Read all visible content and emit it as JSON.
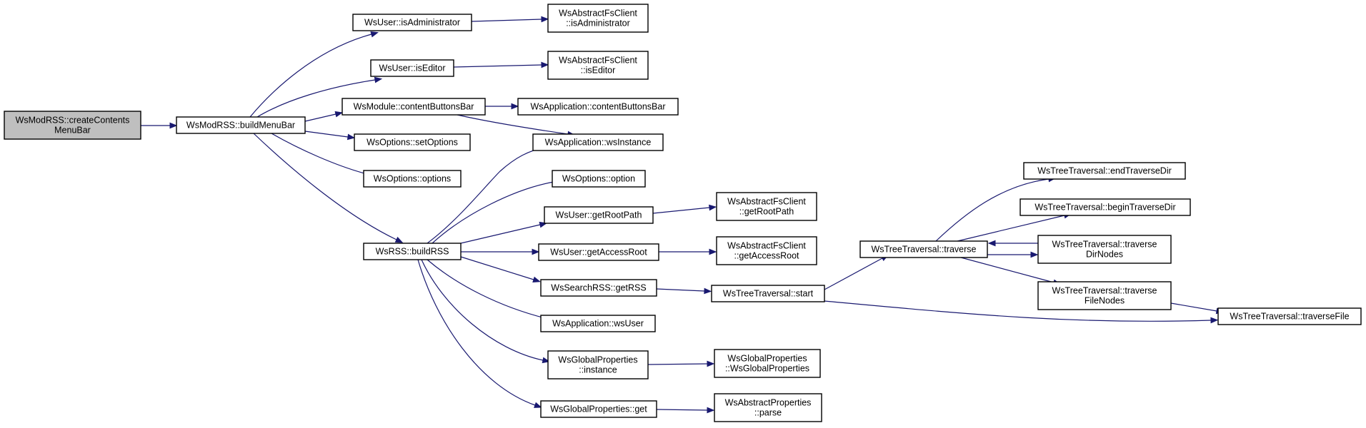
{
  "diagram": {
    "type": "call-graph",
    "colors": {
      "edge": "#191970",
      "root_fill": "#bfbfbf",
      "node_fill": "#ffffff",
      "border": "#000000"
    },
    "nodes": [
      {
        "id": "createContentsMenuBar",
        "lines": [
          "WsModRSS::createContents",
          "MenuBar"
        ],
        "root": true
      },
      {
        "id": "buildMenuBar",
        "lines": [
          "WsModRSS::buildMenuBar"
        ]
      },
      {
        "id": "isAdministrator",
        "lines": [
          "WsUser::isAdministrator"
        ]
      },
      {
        "id": "fsIsAdministrator",
        "lines": [
          "WsAbstractFsClient",
          "::isAdministrator"
        ]
      },
      {
        "id": "isEditor",
        "lines": [
          "WsUser::isEditor"
        ]
      },
      {
        "id": "fsIsEditor",
        "lines": [
          "WsAbstractFsClient",
          "::isEditor"
        ]
      },
      {
        "id": "modContentButtonsBar",
        "lines": [
          "WsModule::contentButtonsBar"
        ]
      },
      {
        "id": "appContentButtonsBar",
        "lines": [
          "WsApplication::contentButtonsBar"
        ]
      },
      {
        "id": "wsInstance",
        "lines": [
          "WsApplication::wsInstance"
        ]
      },
      {
        "id": "setOptions",
        "lines": [
          "WsOptions::setOptions"
        ]
      },
      {
        "id": "options",
        "lines": [
          "WsOptions::options"
        ]
      },
      {
        "id": "buildRSS",
        "lines": [
          "WsRSS::buildRSS"
        ]
      },
      {
        "id": "option",
        "lines": [
          "WsOptions::option"
        ]
      },
      {
        "id": "getRootPath",
        "lines": [
          "WsUser::getRootPath"
        ]
      },
      {
        "id": "fsGetRootPath",
        "lines": [
          "WsAbstractFsClient",
          "::getRootPath"
        ]
      },
      {
        "id": "getAccessRoot",
        "lines": [
          "WsUser::getAccessRoot"
        ]
      },
      {
        "id": "fsGetAccessRoot",
        "lines": [
          "WsAbstractFsClient",
          "::getAccessRoot"
        ]
      },
      {
        "id": "getRSS",
        "lines": [
          "WsSearchRSS::getRSS"
        ]
      },
      {
        "id": "start",
        "lines": [
          "WsTreeTraversal::start"
        ]
      },
      {
        "id": "wsUser",
        "lines": [
          "WsApplication::wsUser"
        ]
      },
      {
        "id": "gpInstance",
        "lines": [
          "WsGlobalProperties",
          "::instance"
        ]
      },
      {
        "id": "gpCtor",
        "lines": [
          "WsGlobalProperties",
          "::WsGlobalProperties"
        ]
      },
      {
        "id": "gpGet",
        "lines": [
          "WsGlobalProperties::get"
        ]
      },
      {
        "id": "parse",
        "lines": [
          "WsAbstractProperties",
          "::parse"
        ]
      },
      {
        "id": "traverse",
        "lines": [
          "WsTreeTraversal::traverse"
        ]
      },
      {
        "id": "endTraverseDir",
        "lines": [
          "WsTreeTraversal::endTraverseDir"
        ]
      },
      {
        "id": "beginTraverseDir",
        "lines": [
          "WsTreeTraversal::beginTraverseDir"
        ]
      },
      {
        "id": "traverseDirNodes",
        "lines": [
          "WsTreeTraversal::traverse",
          "DirNodes"
        ]
      },
      {
        "id": "traverseFileNodes",
        "lines": [
          "WsTreeTraversal::traverse",
          "FileNodes"
        ]
      },
      {
        "id": "traverseFile",
        "lines": [
          "WsTreeTraversal::traverseFile"
        ]
      }
    ],
    "edges": [
      {
        "from": "createContentsMenuBar",
        "to": "buildMenuBar"
      },
      {
        "from": "buildMenuBar",
        "to": "isAdministrator"
      },
      {
        "from": "buildMenuBar",
        "to": "isEditor"
      },
      {
        "from": "buildMenuBar",
        "to": "modContentButtonsBar"
      },
      {
        "from": "buildMenuBar",
        "to": "setOptions"
      },
      {
        "from": "buildMenuBar",
        "to": "options"
      },
      {
        "from": "buildMenuBar",
        "to": "buildRSS"
      },
      {
        "from": "isAdministrator",
        "to": "fsIsAdministrator"
      },
      {
        "from": "isEditor",
        "to": "fsIsEditor"
      },
      {
        "from": "modContentButtonsBar",
        "to": "appContentButtonsBar"
      },
      {
        "from": "modContentButtonsBar",
        "to": "wsInstance"
      },
      {
        "from": "buildRSS",
        "to": "wsInstance"
      },
      {
        "from": "buildRSS",
        "to": "option"
      },
      {
        "from": "buildRSS",
        "to": "getRootPath"
      },
      {
        "from": "buildRSS",
        "to": "getAccessRoot"
      },
      {
        "from": "buildRSS",
        "to": "getRSS"
      },
      {
        "from": "buildRSS",
        "to": "wsUser"
      },
      {
        "from": "buildRSS",
        "to": "gpInstance"
      },
      {
        "from": "buildRSS",
        "to": "gpGet"
      },
      {
        "from": "getRootPath",
        "to": "fsGetRootPath"
      },
      {
        "from": "getAccessRoot",
        "to": "fsGetAccessRoot"
      },
      {
        "from": "getRSS",
        "to": "start"
      },
      {
        "from": "gpInstance",
        "to": "gpCtor"
      },
      {
        "from": "gpGet",
        "to": "parse"
      },
      {
        "from": "start",
        "to": "traverse"
      },
      {
        "from": "start",
        "to": "traverseFile"
      },
      {
        "from": "traverse",
        "to": "endTraverseDir"
      },
      {
        "from": "traverse",
        "to": "beginTraverseDir"
      },
      {
        "from": "traverse",
        "to": "traverseDirNodes"
      },
      {
        "from": "traverseDirNodes",
        "to": "traverse"
      },
      {
        "from": "traverse",
        "to": "traverseFileNodes"
      },
      {
        "from": "traverseFileNodes",
        "to": "traverseFile"
      }
    ]
  }
}
